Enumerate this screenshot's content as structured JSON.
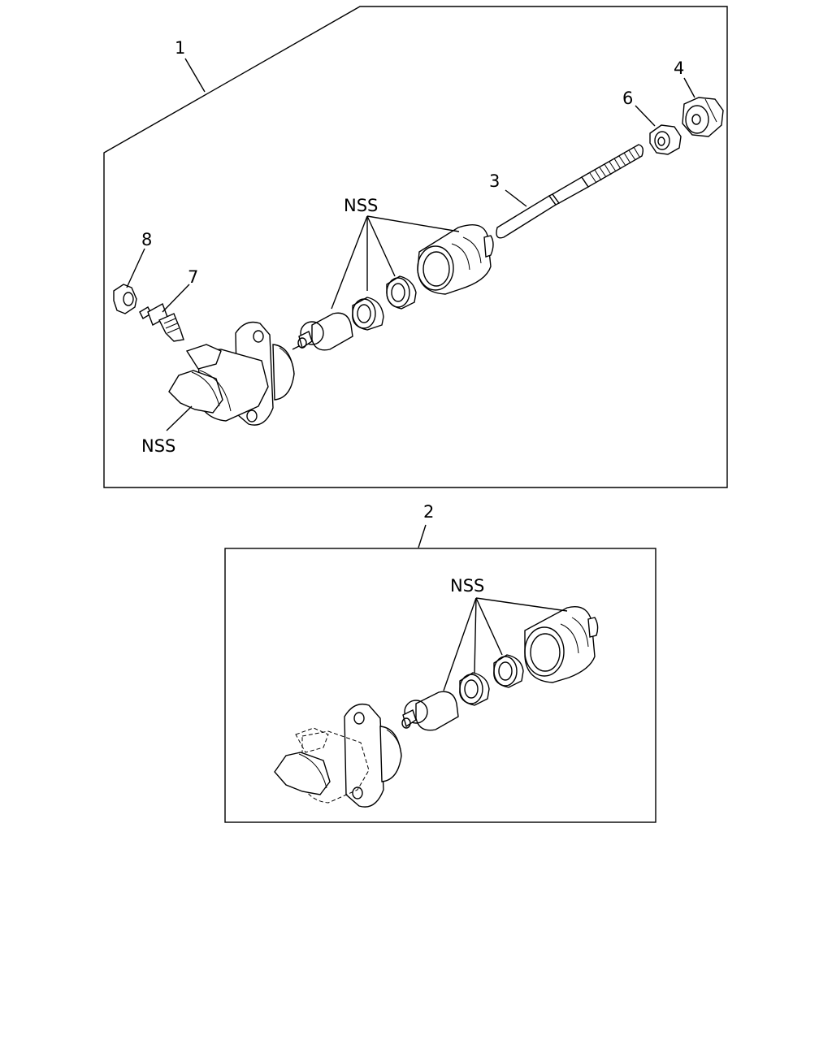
{
  "diagram": {
    "labels": {
      "assembly_1": "1",
      "assembly_2": "2",
      "part_3": "3",
      "part_4": "4",
      "part_6": "6",
      "part_7": "7",
      "part_8": "8",
      "nss_top": "NSS",
      "nss_body": "NSS",
      "nss_lower": "NSS"
    }
  }
}
